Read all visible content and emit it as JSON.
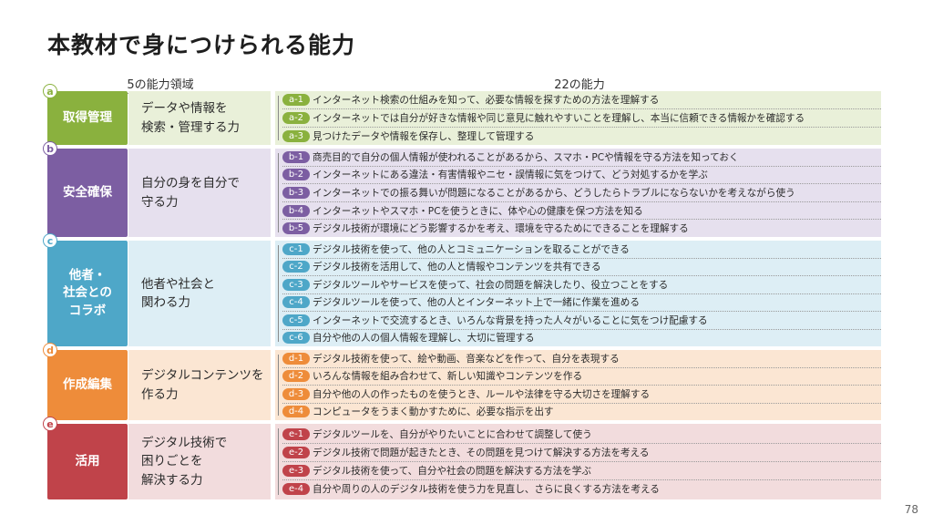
{
  "title": "本教材で身につけられる能力",
  "headers": {
    "left": "5の能力領域",
    "right": "22の能力"
  },
  "sections": [
    {
      "letter": "a",
      "label": "取得管理",
      "desc": "データや情報を\n検索・管理する力",
      "color": "#8ab13e",
      "bg": "#e9f0d9",
      "items": [
        {
          "badge": "a-1",
          "text": "インターネット検索の仕組みを知って、必要な情報を探すための方法を理解する"
        },
        {
          "badge": "a-2",
          "text": "インターネットでは自分が好きな情報や同じ意見に触れやすいことを理解し、本当に信頼できる情報かを確認する"
        },
        {
          "badge": "a-3",
          "text": "見つけたデータや情報を保存し、整理して管理する"
        }
      ]
    },
    {
      "letter": "b",
      "label": "安全確保",
      "desc": "自分の身を自分で\n守る力",
      "color": "#7c5ea2",
      "bg": "#e6e0ee",
      "items": [
        {
          "badge": "b-1",
          "text": "商売目的で自分の個人情報が使われることがあるから、スマホ・PCや情報を守る方法を知っておく"
        },
        {
          "badge": "b-2",
          "text": "インターネットにある違法・有害情報やニセ・誤情報に気をつけて、どう対処するかを学ぶ"
        },
        {
          "badge": "b-3",
          "text": "インターネットでの振る舞いが問題になることがあるから、どうしたらトラブルにならないかを考えながら使う"
        },
        {
          "badge": "b-4",
          "text": "インターネットやスマホ・PCを使うときに、体や心の健康を保つ方法を知る"
        },
        {
          "badge": "b-5",
          "text": "デジタル技術が環境にどう影響するかを考え、環境を守るためにできることを理解する"
        }
      ]
    },
    {
      "letter": "c",
      "label": "他者・\n社会との\nコラボ",
      "desc": "他者や社会と\n関わる力",
      "color": "#4ea7c8",
      "bg": "#ddeef5",
      "items": [
        {
          "badge": "c-1",
          "text": "デジタル技術を使って、他の人とコミュニケーションを取ることができる"
        },
        {
          "badge": "c-2",
          "text": "デジタル技術を活用して、他の人と情報やコンテンツを共有できる"
        },
        {
          "badge": "c-3",
          "text": "デジタルツールやサービスを使って、社会の問題を解決したり、役立つことをする"
        },
        {
          "badge": "c-4",
          "text": "デジタルツールを使って、他の人とインターネット上で一緒に作業を進める"
        },
        {
          "badge": "c-5",
          "text": "インターネットで交流するとき、いろんな背景を持った人々がいることに気をつけ配慮する"
        },
        {
          "badge": "c-6",
          "text": "自分や他の人の個人情報を理解し、大切に管理する"
        }
      ]
    },
    {
      "letter": "d",
      "label": "作成編集",
      "desc": "デジタルコンテンツを\n作る力",
      "color": "#ee8c3a",
      "bg": "#fbe6d3",
      "items": [
        {
          "badge": "d-1",
          "text": "デジタル技術を使って、絵や動画、音楽などを作って、自分を表現する"
        },
        {
          "badge": "d-2",
          "text": "いろんな情報を組み合わせて、新しい知識やコンテンツを作る"
        },
        {
          "badge": "d-3",
          "text": "自分や他の人の作ったものを使うとき、ルールや法律を守る大切さを理解する"
        },
        {
          "badge": "d-4",
          "text": "コンピュータをうまく動かすために、必要な指示を出す"
        }
      ]
    },
    {
      "letter": "e",
      "label": "活用",
      "desc": "デジタル技術で\n困りごとを\n解決する力",
      "color": "#c0434a",
      "bg": "#f2dcdd",
      "items": [
        {
          "badge": "e-1",
          "text": "デジタルツールを、自分がやりたいことに合わせて調整して使う"
        },
        {
          "badge": "e-2",
          "text": "デジタル技術で問題が起きたとき、その問題を見つけて解決する方法を考える"
        },
        {
          "badge": "e-3",
          "text": "デジタル技術を使って、自分や社会の問題を解決する方法を学ぶ"
        },
        {
          "badge": "e-4",
          "text": "自分や周りの人のデジタル技術を使う力を見直し、さらに良くする方法を考える"
        }
      ]
    }
  ],
  "page_number": "78"
}
